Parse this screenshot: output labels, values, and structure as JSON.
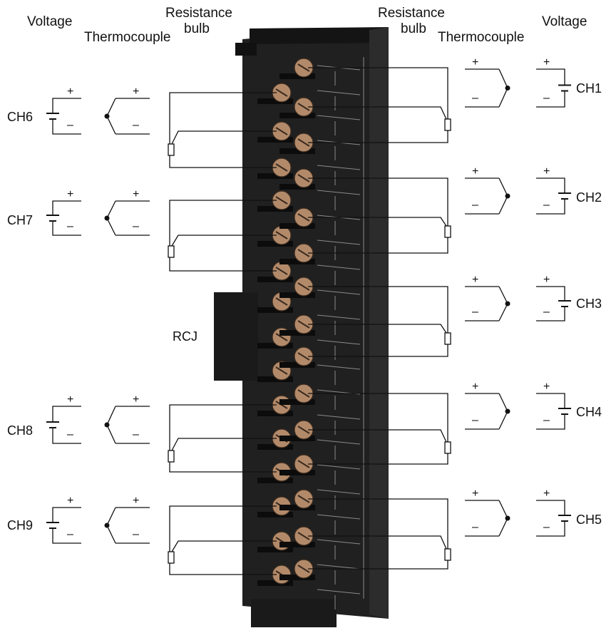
{
  "headers": {
    "voltage_left": "Voltage",
    "thermocouple_left": "Thermocouple",
    "resistance_left_line1": "Resistance",
    "resistance_left_line2": "bulb",
    "resistance_right_line1": "Resistance",
    "resistance_right_line2": "bulb",
    "thermocouple_right": "Thermocouple",
    "voltage_right": "Voltage"
  },
  "channels_left": [
    "CH6",
    "CH7",
    "CH8",
    "CH9"
  ],
  "channels_right": [
    "CH1",
    "CH2",
    "CH3",
    "CH4",
    "CH5"
  ],
  "cjc_label": "RCJ",
  "polarity": {
    "plus": "+",
    "minus": "–"
  },
  "colors": {
    "block_body": "#1c1c1c",
    "terminal_screw": "#b28a6a",
    "line": "#111111"
  }
}
